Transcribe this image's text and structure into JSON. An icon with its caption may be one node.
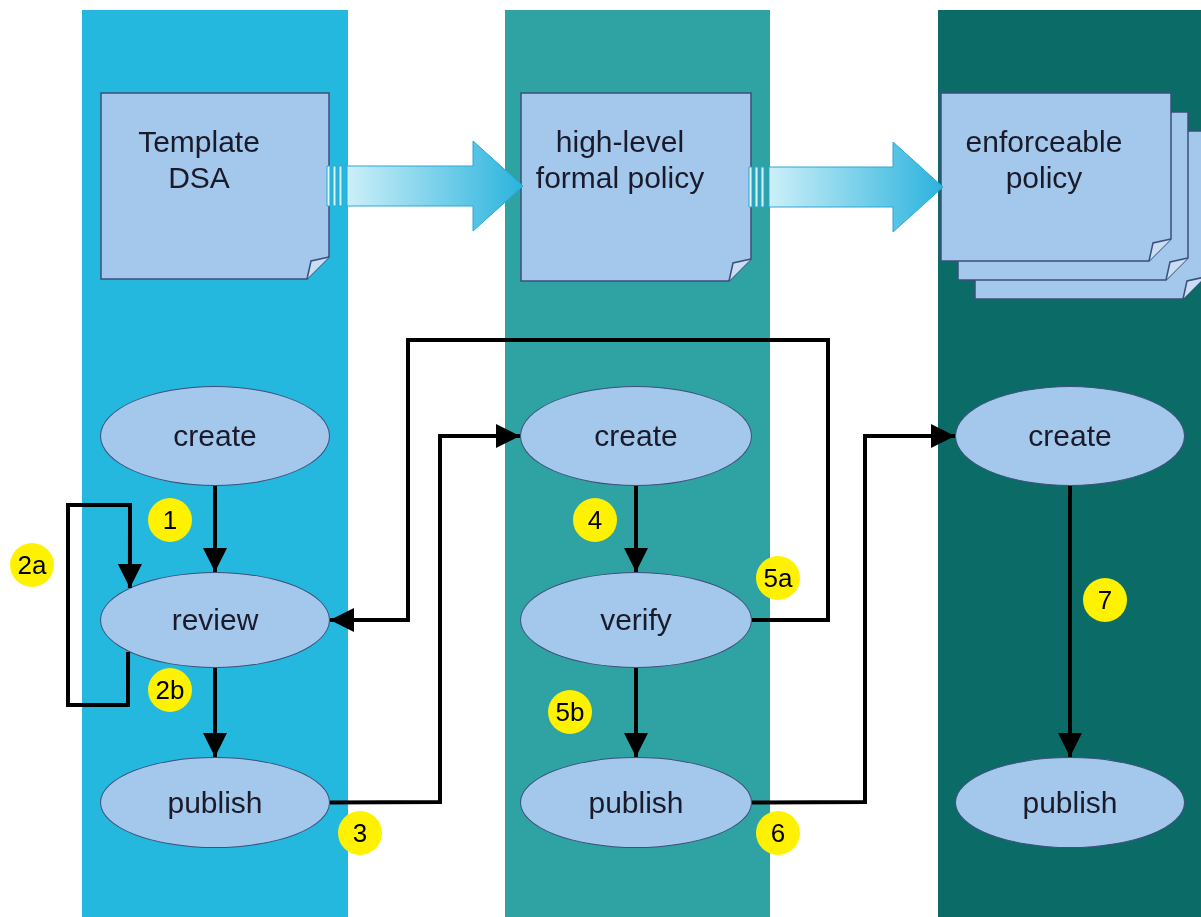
{
  "diagram": {
    "nodes": [
      {
        "text": [],
        "shape": "bar"
      },
      {
        "text": [],
        "shape": "bar"
      },
      {
        "text": [],
        "shape": "bar"
      },
      {
        "text": [
          "Template DSA"
        ],
        "in": 0
      },
      {
        "text": [
          "high-level formal policy"
        ],
        "in": 1
      },
      {
        "text": [
          "enforceable policy"
        ],
        "in": 2
      },
      {
        "text": [
          "create"
        ],
        "in": 0
      },
      {
        "text": [
          "review"
        ],
        "in": 0
      },
      {
        "text": [
          "publish"
        ],
        "in": 0
      },
      {
        "text": [
          "create"
        ],
        "in": 1
      },
      {
        "text": [
          "verify"
        ],
        "in": 1
      },
      {
        "text": [
          "publish"
        ],
        "in": 1
      },
      {
        "text": [
          "create"
        ],
        "in": 2
      },
      {
        "text": [
          "publish"
        ],
        "in": 2
      }
    ],
    "edges": [
      {
        "from": 3,
        "to": 4,
        "arrow": "to",
        "style": "thick"
      },
      {
        "from": 4,
        "to": 5,
        "arrow": "to",
        "style": "thick"
      },
      {
        "from": 6,
        "to": 7,
        "arrow": "to",
        "label": "1"
      },
      {
        "from": 7,
        "to": 7,
        "arrow": "to",
        "label": "2a"
      },
      {
        "from": 7,
        "to": 8,
        "arrow": "to",
        "label": "2b"
      },
      {
        "from": 8,
        "to": 9,
        "arrow": "to",
        "label": "3"
      },
      {
        "from": 9,
        "to": 10,
        "arrow": "to",
        "label": "4"
      },
      {
        "from": 10,
        "to": 7,
        "arrow": "to",
        "label": "5a"
      },
      {
        "from": 10,
        "to": 11,
        "arrow": "to",
        "label": "5b"
      },
      {
        "from": 11,
        "to": 12,
        "arrow": "to",
        "label": "6"
      },
      {
        "from": 12,
        "to": 13,
        "arrow": "to",
        "label": "7"
      }
    ]
  }
}
